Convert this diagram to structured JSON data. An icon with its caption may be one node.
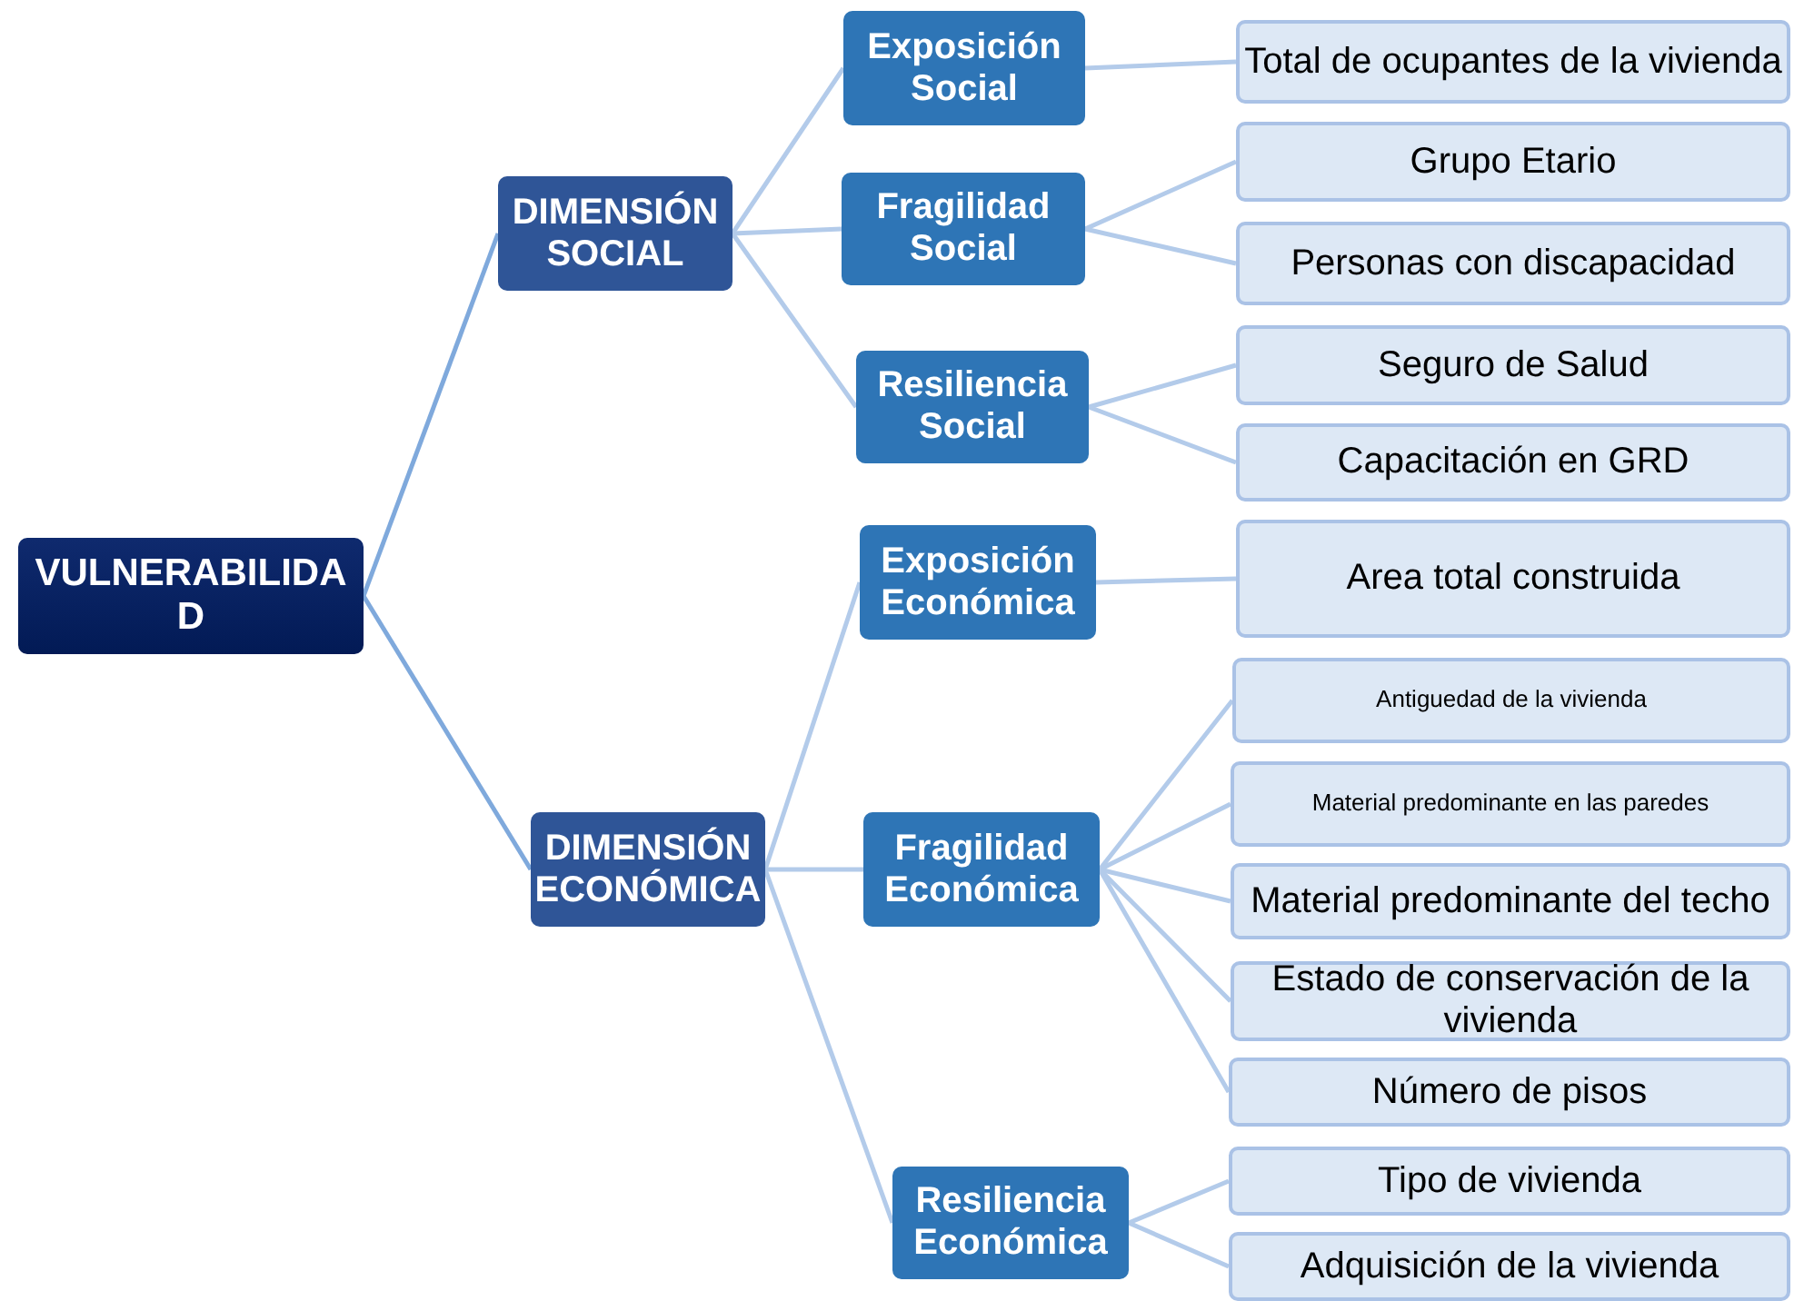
{
  "diagram": {
    "nodes": [
      {
        "text": [
          "VULNERABILIDAD"
        ]
      },
      {
        "text": [
          "DIMENSIÓN SOCIAL"
        ]
      },
      {
        "text": [
          "Exposición Social"
        ]
      },
      {
        "text": [
          "Total de ocupantes de la vivienda"
        ]
      },
      {
        "text": [
          "Fragilidad Social"
        ]
      },
      {
        "text": [
          "Grupo Etario"
        ]
      },
      {
        "text": [
          "Personas con discapacidad"
        ]
      },
      {
        "text": [
          "Resiliencia Social"
        ]
      },
      {
        "text": [
          "Seguro de Salud"
        ]
      },
      {
        "text": [
          "Capacitación en GRD"
        ]
      },
      {
        "text": [
          "DIMENSIÓN ECONÓMICA"
        ]
      },
      {
        "text": [
          "Exposición Económica"
        ]
      },
      {
        "text": [
          "Area total construida"
        ]
      },
      {
        "text": [
          "Fragilidad Económica"
        ]
      },
      {
        "text": [
          "Antiguedad de la vivienda"
        ]
      },
      {
        "text": [
          "Material predominante en las paredes"
        ]
      },
      {
        "text": [
          "Material predominante del techo"
        ]
      },
      {
        "text": [
          "Estado de conservación de la vivienda"
        ]
      },
      {
        "text": [
          "Número de pisos"
        ]
      },
      {
        "text": [
          "Resiliencia Económica"
        ]
      },
      {
        "text": [
          "Tipo de vivienda"
        ]
      },
      {
        "text": [
          "Adquisición de la vivienda"
        ]
      }
    ],
    "edges": [
      {
        "from": 0,
        "to": 1,
        "arrow": "none"
      },
      {
        "from": 0,
        "to": 10,
        "arrow": "none"
      },
      {
        "from": 1,
        "to": 2,
        "arrow": "none"
      },
      {
        "from": 1,
        "to": 4,
        "arrow": "none"
      },
      {
        "from": 1,
        "to": 7,
        "arrow": "none"
      },
      {
        "from": 2,
        "to": 3,
        "arrow": "none"
      },
      {
        "from": 4,
        "to": 5,
        "arrow": "none"
      },
      {
        "from": 4,
        "to": 6,
        "arrow": "none"
      },
      {
        "from": 7,
        "to": 8,
        "arrow": "none"
      },
      {
        "from": 7,
        "to": 9,
        "arrow": "none"
      },
      {
        "from": 10,
        "to": 11,
        "arrow": "none"
      },
      {
        "from": 10,
        "to": 13,
        "arrow": "none"
      },
      {
        "from": 10,
        "to": 19,
        "arrow": "none"
      },
      {
        "from": 11,
        "to": 12,
        "arrow": "none"
      },
      {
        "from": 13,
        "to": 14,
        "arrow": "none"
      },
      {
        "from": 13,
        "to": 15,
        "arrow": "none"
      },
      {
        "from": 13,
        "to": 16,
        "arrow": "none"
      },
      {
        "from": 13,
        "to": 17,
        "arrow": "none"
      },
      {
        "from": 13,
        "to": 18,
        "arrow": "none"
      },
      {
        "from": 19,
        "to": 20,
        "arrow": "none"
      },
      {
        "from": 19,
        "to": 21,
        "arrow": "none"
      }
    ]
  }
}
